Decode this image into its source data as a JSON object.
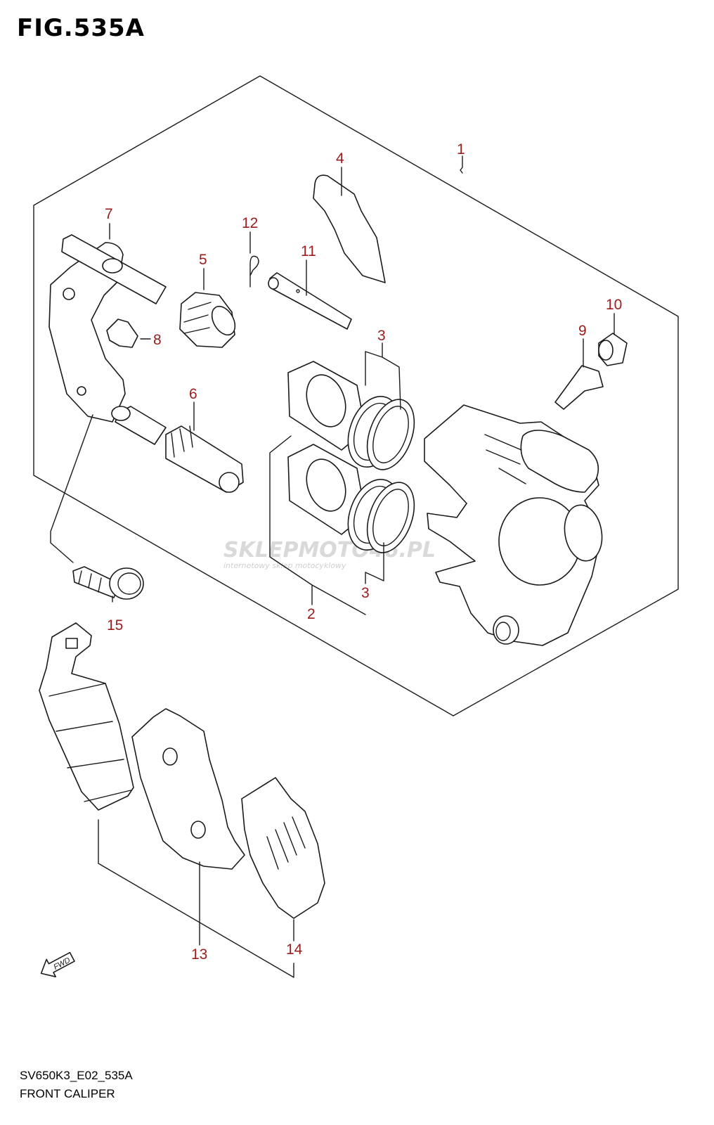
{
  "figure": {
    "title": "FIG.535A",
    "code": "SV650K3_E02_535A",
    "name": "FRONT CALIPER"
  },
  "watermark": {
    "brand": "SKLEPMOTO46.PL",
    "tagline": "internetowy sklep motocyklowy"
  },
  "fwd_label": "FWD",
  "callouts": [
    "1",
    "2",
    "3",
    "3",
    "4",
    "5",
    "6",
    "7",
    "8",
    "9",
    "10",
    "11",
    "12",
    "13",
    "14",
    "15"
  ],
  "colors": {
    "callout": "#9b1c1c",
    "line": "#1a1a1a",
    "watermark": "#d9d9d9"
  }
}
